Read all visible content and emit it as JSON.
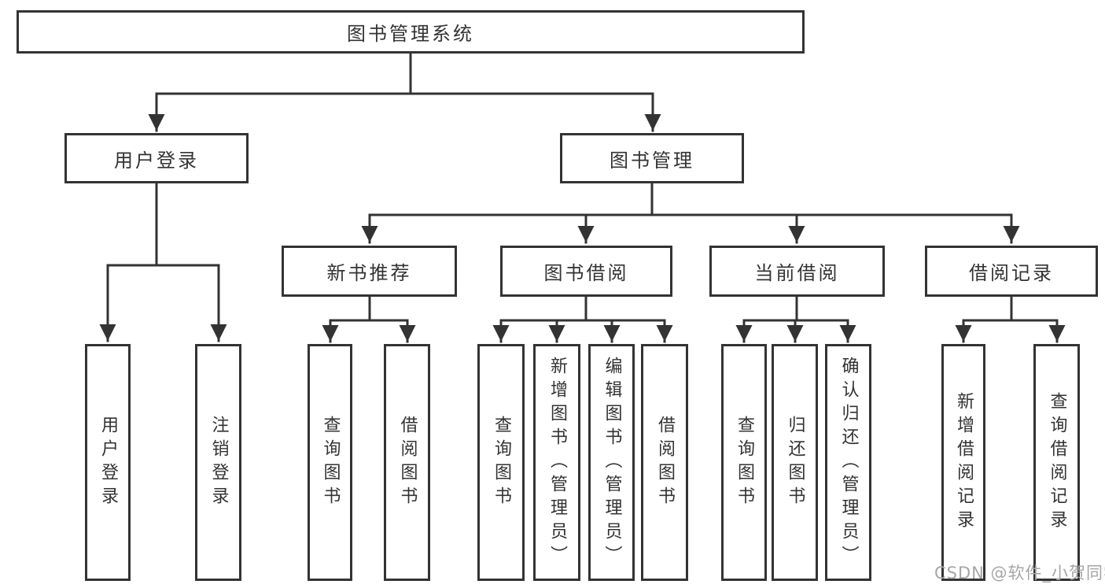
{
  "diagram": {
    "root": {
      "label": "图书管理系统"
    },
    "branches": {
      "user_login": {
        "label": "用户登录"
      },
      "book_mgmt": {
        "label": "图书管理"
      }
    },
    "modules": {
      "rec": {
        "label": "新书推荐"
      },
      "borrow": {
        "label": "图书借阅"
      },
      "current": {
        "label": "当前借阅"
      },
      "record": {
        "label": "借阅记录"
      }
    },
    "leaves": {
      "login": "用户登录",
      "logout": "注销登录",
      "rec_query": "查询图书",
      "rec_borrow": "借阅图书",
      "borrow_query": "查询图书",
      "borrow_add": "新增图书（管理员）",
      "borrow_edit": "编辑图书（管理员）",
      "borrow_borrow": "借阅图书",
      "current_query": "查询图书",
      "current_return": "归还图书",
      "current_confirm": "确认归还（管理员）",
      "record_add": "新增借阅记录",
      "record_query": "查询借阅记录"
    }
  },
  "watermark": {
    "text": "CSDN @软件_小贺同学"
  },
  "colors": {
    "line": "#333333",
    "node_border": "#333333",
    "text": "#333333",
    "watermark": "#a6a6a6",
    "background": "#ffffff"
  }
}
